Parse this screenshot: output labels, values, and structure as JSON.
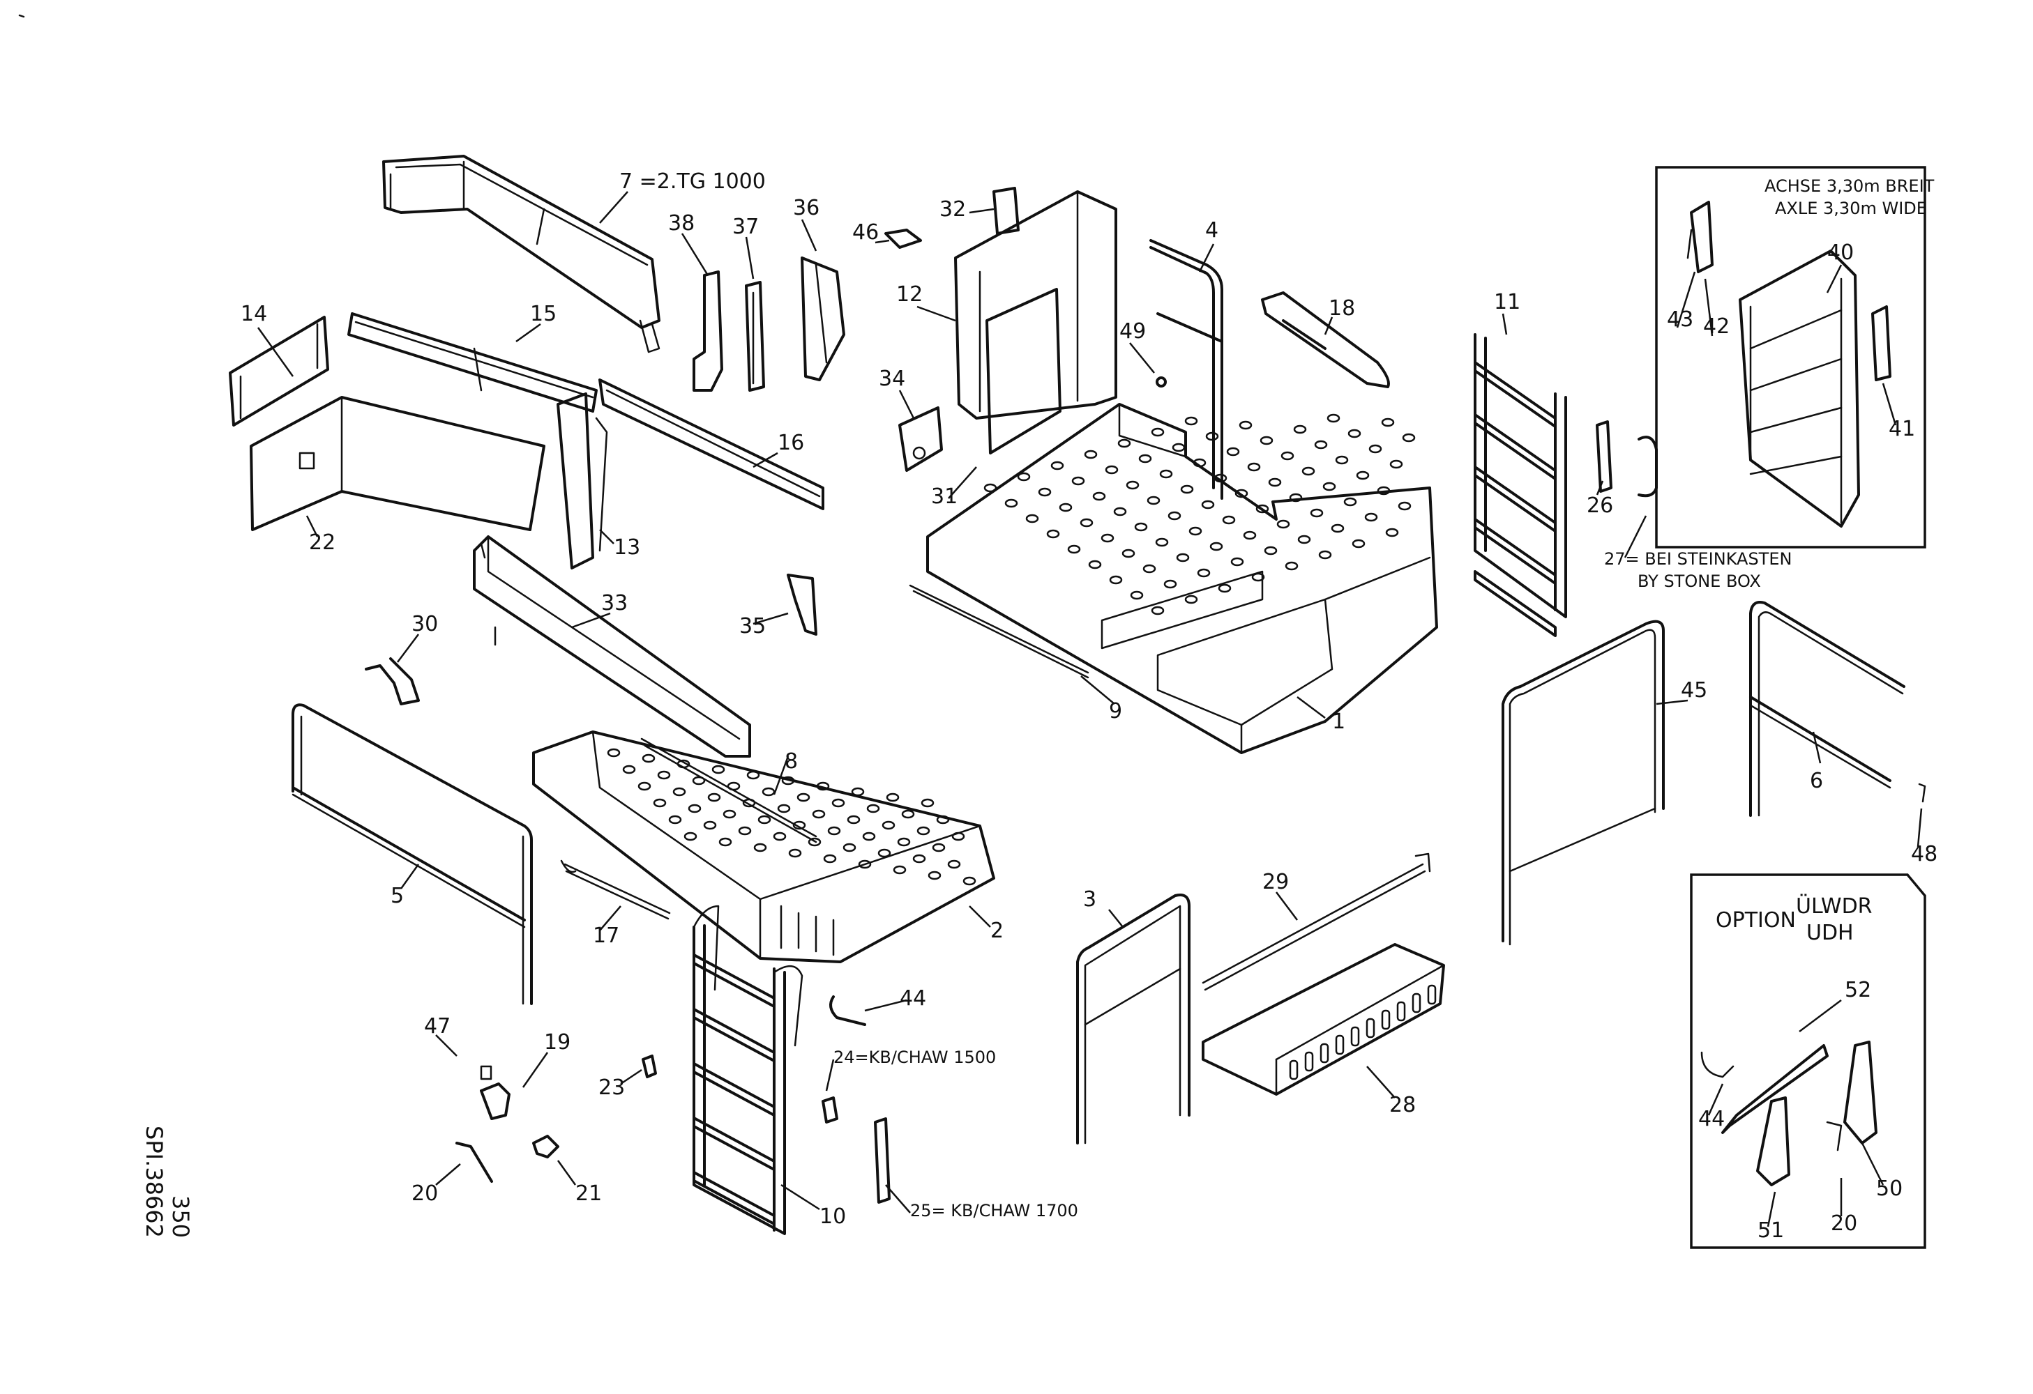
{
  "drawing": {
    "sheet_number": "350",
    "drawing_id": "SPI.38662"
  },
  "callouts": {
    "c1": "1",
    "c2": "2",
    "c3": "3",
    "c4": "4",
    "c5": "5",
    "c6": "6",
    "c7": "7 =2.TG 1000",
    "c8": "8",
    "c9": "9",
    "c10": "10",
    "c11": "11",
    "c12": "12",
    "c13": "13",
    "c14": "14",
    "c15": "15",
    "c16": "16",
    "c17": "17",
    "c18": "18",
    "c19": "19",
    "c20": "20",
    "c21": "21",
    "c22": "22",
    "c23": "23",
    "c24": "24=KB/CHAW 1500",
    "c25": "25= KB/CHAW 1700",
    "c26": "26",
    "c27a": "27= BEI STEINKASTEN",
    "c27b": "BY STONE BOX",
    "c28": "28",
    "c29": "29",
    "c30": "30",
    "c31": "31",
    "c32": "32",
    "c33": "33",
    "c34": "34",
    "c35": "35",
    "c36": "36",
    "c37": "37",
    "c38": "38",
    "c40": "40",
    "c41": "41",
    "c42": "42",
    "c43": "43",
    "c44": "44",
    "c45": "45",
    "c46": "46",
    "c47": "47",
    "c48": "48",
    "c49": "49"
  },
  "axle_box": {
    "title_line1": "ACHSE 3,30m BREIT",
    "title_line2": "AXLE 3,30m WIDE"
  },
  "option_box": {
    "option_label": "OPTION",
    "code_line1": "ÜLWDR",
    "code_line2": "UDH",
    "c44": "44",
    "c52": "52",
    "c50": "50",
    "c51": "51",
    "c20": "20"
  }
}
